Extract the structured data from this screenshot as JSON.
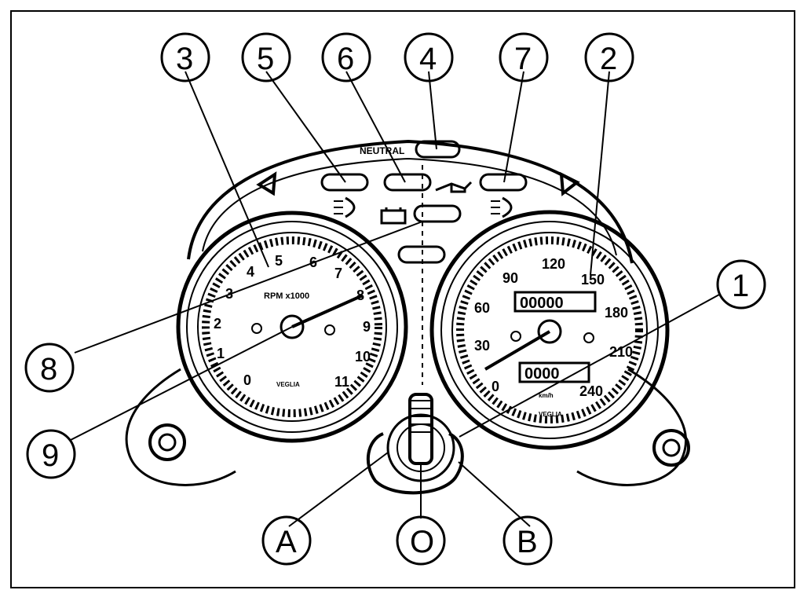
{
  "diagram": {
    "tachometer": {
      "ticks": [
        "0",
        "1",
        "2",
        "3",
        "4",
        "5",
        "6",
        "7",
        "8",
        "9",
        "10",
        "11"
      ],
      "unit_label": "RPM x1000",
      "brand": "VEGLIA"
    },
    "speedometer": {
      "ticks": [
        "0",
        "30",
        "60",
        "90",
        "120",
        "150",
        "180",
        "210",
        "240"
      ],
      "odometer": "00000",
      "trip": "0000",
      "unit_label": "km/h",
      "brand": "VEGLIA"
    },
    "indicator_label": "NEUTRAL",
    "callouts": [
      "1",
      "2",
      "3",
      "4",
      "5",
      "6",
      "7",
      "8",
      "9",
      "A",
      "O",
      "B"
    ]
  }
}
